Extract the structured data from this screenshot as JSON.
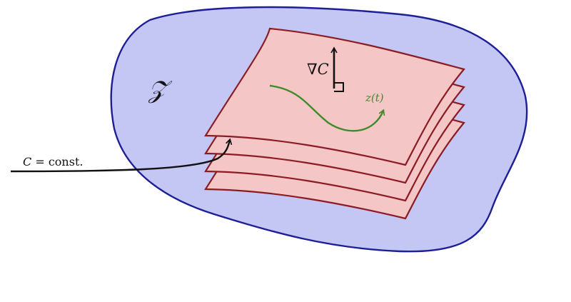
{
  "labels": {
    "region": "𝒵",
    "gradient_symbol": "∇",
    "gradient_var": "C",
    "curve": "z(t)",
    "level_set_var": "C",
    "level_set_rest": " = const."
  },
  "colors": {
    "region_fill": "#c4c6f4",
    "region_stroke": "#1c1f95",
    "sheet_fill": "#f5c6c6",
    "sheet_stroke": "#8b1c24",
    "curve": "#3f8a2a",
    "ink": "#111111"
  }
}
